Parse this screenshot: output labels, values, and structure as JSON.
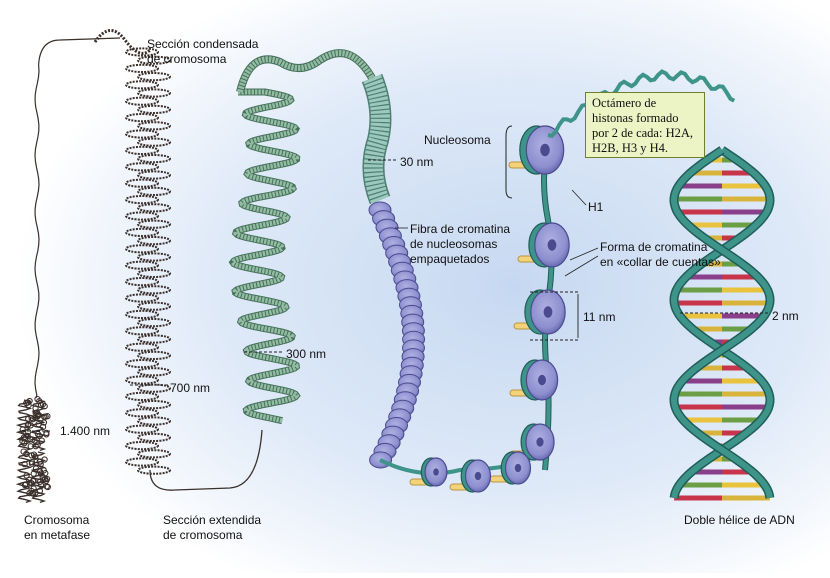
{
  "labels": {
    "condensed_section": [
      "Sección condensada",
      "de cromosoma"
    ],
    "metaphase": [
      "Cromosoma",
      "en metafase"
    ],
    "extended_section": [
      "Sección extendida",
      "de cromosoma"
    ],
    "nucleosome": "Nucleosoma",
    "octamer": [
      "Octámero de",
      "histonas formado",
      "por 2 de cada: H2A,",
      "H2B, H3 y H4."
    ],
    "h1": "H1",
    "chromatin_fiber": [
      "Fibra de cromatina",
      "de nucleosomas",
      "empaquetados"
    ],
    "beads_form": [
      "Forma de cromatina",
      "en «collar de cuentas»"
    ],
    "dna_helix": "Doble hélice de ADN"
  },
  "measures": {
    "metaphase": "1.400 nm",
    "condensed": "700 nm",
    "extended": "300 nm",
    "fiber": "30 nm",
    "beads": "11 nm",
    "dna": "2 nm"
  },
  "colors": {
    "background_glow": "#c6d8f1",
    "chromosome_dark": "#3a2f2a",
    "chromatin_green": "#93bca3",
    "teal_strand": "#3e9489",
    "teal_dark": "#1f5e58",
    "histone_blue": "#8d8fcf",
    "histone_dark": "#4a4b8f",
    "h1_yellow": "#f3d27a",
    "callout_bg": "#ecf3c4",
    "base_pairs": [
      "#d9b43c",
      "#8a3f8a",
      "#6b9e45",
      "#c8344a",
      "#e9c33e"
    ]
  }
}
